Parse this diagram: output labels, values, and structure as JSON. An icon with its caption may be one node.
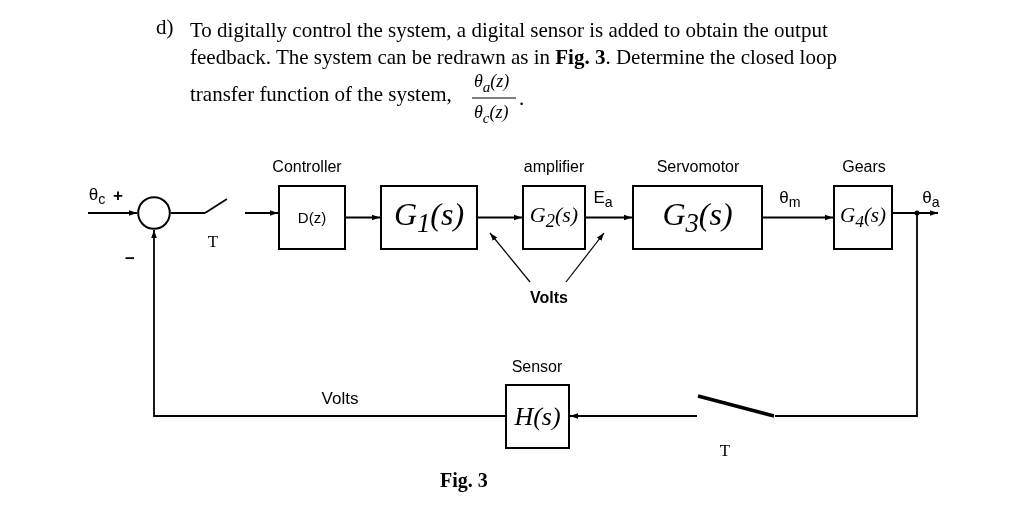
{
  "diagram": {
    "caption": "Fig. 3",
    "nodes": [
      {
        "text": [
          "θ$_{c}$"
        ]
      },
      {
        "text": [],
        "shape": "circle"
      },
      {
        "text": [],
        "shape": "switch",
        "beside": [
          "T"
        ]
      },
      {
        "text": [
          "D(z)"
        ],
        "beside": [
          "Controller"
        ]
      },
      {
        "text": [
          "G$_{1}$(s)"
        ]
      },
      {
        "text": [
          "G$_{2}$(s)"
        ],
        "beside": [
          "amplifier"
        ]
      },
      {
        "text": [
          "G$_{3}$(s)"
        ],
        "beside": [
          "Servomotor"
        ]
      },
      {
        "text": [
          "G$_{4}$(s)"
        ],
        "beside": [
          "Gears"
        ]
      },
      {
        "text": [],
        "shape": "switch",
        "beside": [
          "T"
        ]
      },
      {
        "text": [
          "H(s)"
        ],
        "beside": [
          "Sensor"
        ]
      },
      {
        "text": [
          "Volts"
        ]
      }
    ],
    "edges": [
      {
        "from": 0,
        "to": 1,
        "arrow": "to"
      },
      {
        "from": 1,
        "to": 2,
        "arrow": "none"
      },
      {
        "from": 2,
        "to": 3,
        "arrow": "to"
      },
      {
        "from": 3,
        "to": 4,
        "arrow": "to"
      },
      {
        "from": 4,
        "to": 5,
        "arrow": "to"
      },
      {
        "from": 5,
        "to": 6,
        "label": "E$_{a}$",
        "arrow": "to"
      },
      {
        "from": 6,
        "to": 7,
        "label": "θ$_{m}$",
        "arrow": "to"
      },
      {
        "from": 7,
        "to": null,
        "label": "θ$_{a}$",
        "arrow": "to"
      },
      {
        "from": 7,
        "to": 8,
        "arrow": "none"
      },
      {
        "from": 8,
        "to": 9,
        "arrow": "to"
      },
      {
        "from": 9,
        "to": 1,
        "label": "Volts",
        "arrow": "to"
      },
      {
        "from": 10,
        "to": 4,
        "arrow": "to"
      },
      {
        "from": 10,
        "to": 5,
        "arrow": "to"
      }
    ],
    "labels": [
      "d)",
      "To digitally control the system, a digital sensor is added to obtain the output feedback. The system can be redrawn as in **Fig. 3**. Determine the closed loop",
      "transfer function of the system,",
      "θ$_{a}$(z)",
      "θ$_{c}$(z)",
      ".",
      "+",
      "−"
    ]
  }
}
